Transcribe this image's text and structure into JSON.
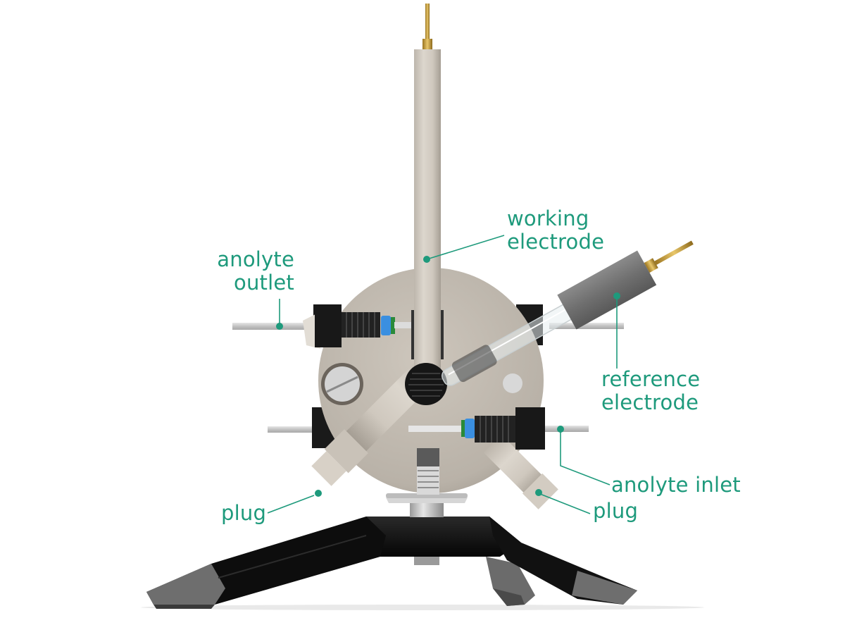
{
  "diagram": {
    "type": "labeled-product-render",
    "subject": "electrochemical flow cell on tripod stand",
    "accent_color": "#1e9a7c",
    "labels": [
      {
        "id": "anolyte-outlet",
        "lines": [
          "anolyte",
          "outlet"
        ]
      },
      {
        "id": "working-electrode",
        "lines": [
          "working",
          "electrode"
        ]
      },
      {
        "id": "reference-electrode",
        "lines": [
          "reference",
          "electrode"
        ]
      },
      {
        "id": "anolyte-inlet",
        "lines": [
          "anolyte inlet"
        ]
      },
      {
        "id": "plug-left",
        "lines": [
          "plug"
        ]
      },
      {
        "id": "plug-right",
        "lines": [
          "plug"
        ]
      }
    ]
  }
}
